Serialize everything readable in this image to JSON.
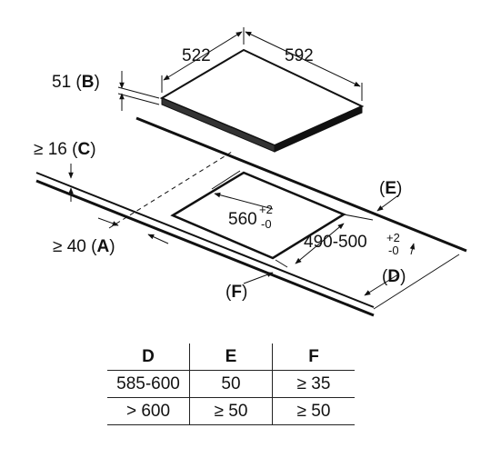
{
  "labels": {
    "width_a": "522",
    "width_b": "592",
    "thickness_value": "51 (",
    "thickness_letter": "B",
    "thickness_close": ")",
    "gap_c_value": "≥ 16 (",
    "gap_c_letter": "C",
    "gap_c_close": ")",
    "gap_a_value": "≥ 40 (",
    "gap_a_letter": "A",
    "gap_a_close": ")",
    "cutout_depth_base": "560",
    "cutout_depth_tol_plus": "+2",
    "cutout_depth_tol_minus": "-0",
    "cutout_width_base": "490-500",
    "cutout_width_tol_plus": "+2",
    "cutout_width_tol_minus": "-0",
    "e_open": "(",
    "e_letter": "E",
    "e_close": ")",
    "d_open": "(",
    "d_letter": "D",
    "d_close": ")",
    "f_open": "(",
    "f_letter": "F",
    "f_close": ")"
  },
  "table": {
    "headers": [
      "D",
      "E",
      "F"
    ],
    "rows": [
      [
        "585-600",
        "50",
        "≥ 35"
      ],
      [
        "> 600",
        "≥ 50",
        "≥ 50"
      ]
    ]
  }
}
